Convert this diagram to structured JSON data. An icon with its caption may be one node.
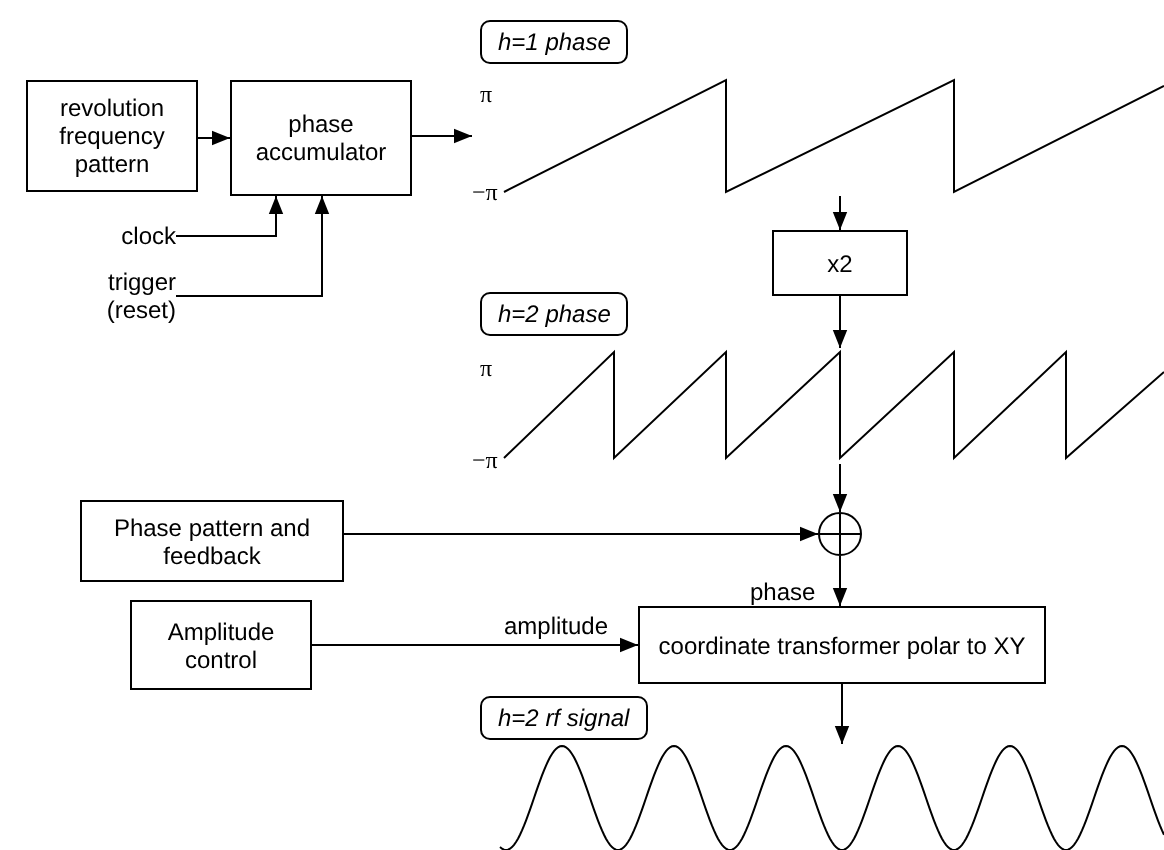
{
  "diagram": {
    "nodes": [
      {
        "text": [
          "revolution frequency pattern"
        ]
      },
      {
        "text": [
          "phase accumulator"
        ]
      },
      {
        "text": [
          "clock"
        ]
      },
      {
        "text": [
          "trigger (reset)"
        ]
      },
      {
        "text": [
          "π",
          "−π"
        ],
        "beside": [
          "h=1 phase"
        ]
      },
      {
        "text": [
          "x2"
        ]
      },
      {
        "text": [
          "π",
          "−π"
        ],
        "beside": [
          "h=2 phase"
        ]
      },
      {
        "text": [
          "Phase pattern and feedback"
        ]
      },
      {
        "text": [],
        "shape": "circle"
      },
      {
        "text": [
          "Amplitude control"
        ]
      },
      {
        "text": [
          "coordinate transformer polar to XY"
        ]
      },
      {
        "text": [],
        "shape": "picture",
        "beside": [
          "h=2 rf signal"
        ]
      }
    ],
    "edges": [
      {
        "from": 0,
        "to": 1,
        "arrow": "to"
      },
      {
        "from": 1,
        "to": 4,
        "arrow": "to"
      },
      {
        "from": 2,
        "to": 1,
        "arrow": "to"
      },
      {
        "from": 3,
        "to": 1,
        "arrow": "to"
      },
      {
        "from": 4,
        "to": 5,
        "arrow": "to"
      },
      {
        "from": 5,
        "to": 6,
        "arrow": "to"
      },
      {
        "from": 6,
        "to": 8,
        "arrow": "to"
      },
      {
        "from": 7,
        "to": 8,
        "arrow": "to"
      },
      {
        "from": 8,
        "to": 10,
        "arrow": "to",
        "label": "phase"
      },
      {
        "from": 9,
        "to": 10,
        "arrow": "to",
        "label": "amplitude"
      },
      {
        "from": 10,
        "to": 11,
        "arrow": "to"
      }
    ]
  }
}
